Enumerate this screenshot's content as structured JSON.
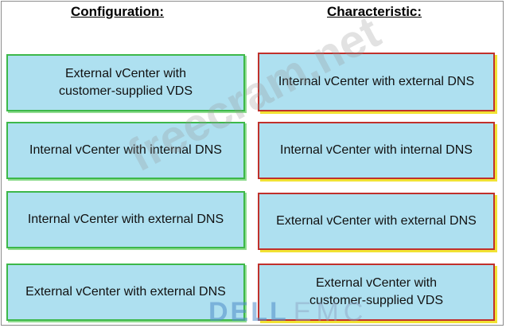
{
  "headings": {
    "configuration": "Configuration:",
    "characteristic": "Characteristic:"
  },
  "configuration_boxes": [
    {
      "line1": "External vCenter with",
      "line2": "customer-supplied VDS"
    },
    {
      "line1": "Internal vCenter with internal DNS",
      "line2": ""
    },
    {
      "line1": "Internal vCenter with external DNS",
      "line2": ""
    },
    {
      "line1": "External vCenter with external DNS",
      "line2": ""
    }
  ],
  "characteristic_boxes": [
    {
      "line1": "Internal vCenter with external DNS",
      "line2": ""
    },
    {
      "line1": "Internal vCenter with internal DNS",
      "line2": ""
    },
    {
      "line1": "External vCenter with external DNS",
      "line2": ""
    },
    {
      "line1": "External vCenter with",
      "line2": "customer-supplied VDS"
    }
  ],
  "watermark": "freecram.net",
  "logo": {
    "brand": "DELL",
    "suffix": "EMC"
  },
  "colors": {
    "box_fill": "#aee0f0",
    "config_border": "#3db84a",
    "characteristic_border": "#c0312c",
    "characteristic_shadow": "#f2e233"
  }
}
